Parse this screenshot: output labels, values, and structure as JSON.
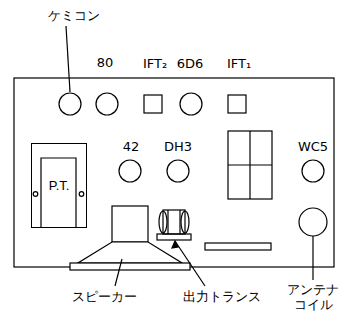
{
  "diagram": {
    "nodes": [
      {
        "text": [
          "P.T."
        ]
      }
    ],
    "labels": [
      "ケミコン",
      "80",
      "IFT₂",
      "6D6",
      "IFT₁",
      "42",
      "DH3",
      "WC5",
      "スピーカー",
      "出力トランス",
      "アンテナ コイル"
    ]
  }
}
